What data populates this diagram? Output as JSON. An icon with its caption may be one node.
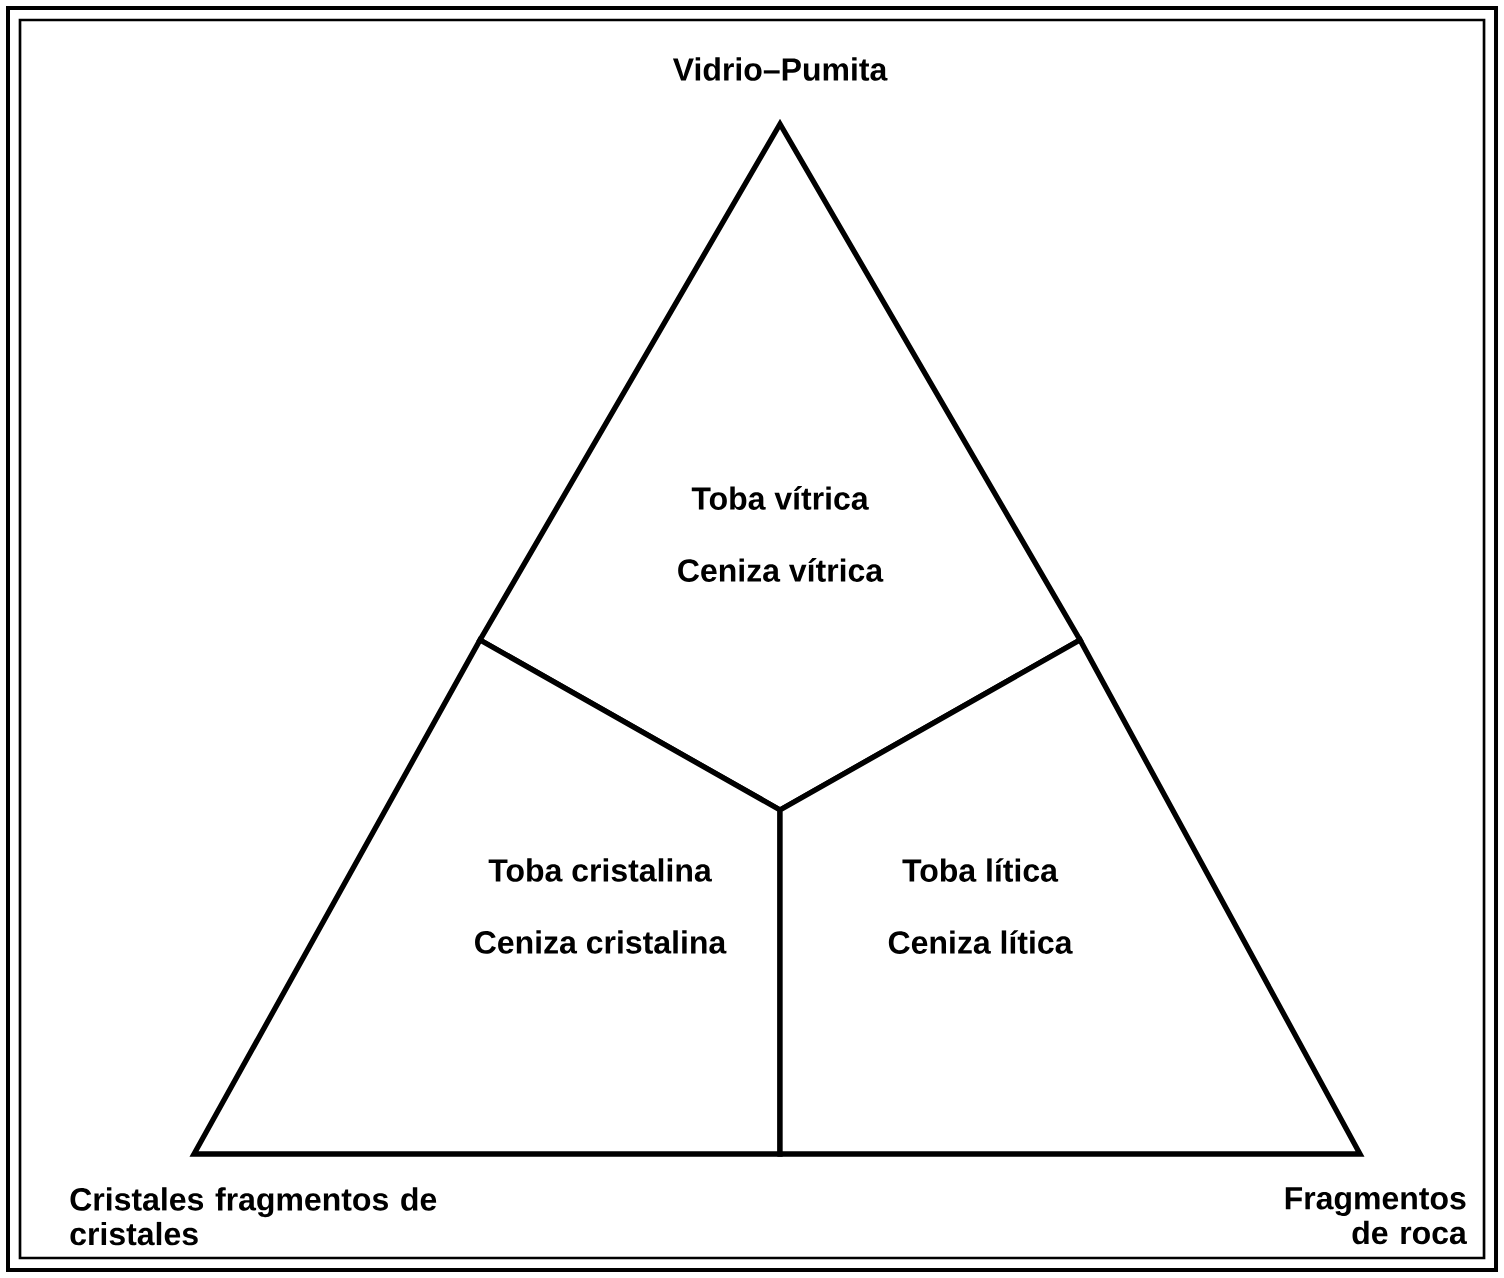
{
  "diagram": {
    "nodes": [
      {
        "text": [
          "Toba vítrica",
          "Ceniza vítrica"
        ]
      },
      {
        "text": [
          "Toba cristalina",
          "Ceniza cristalina"
        ]
      },
      {
        "text": [
          "Toba lítica",
          "Ceniza lítica"
        ]
      }
    ],
    "edges": [],
    "labels": [
      "Vidrio–Pumita",
      "Cristales fragmentos de cristales",
      "Fragmentos de roca"
    ]
  }
}
